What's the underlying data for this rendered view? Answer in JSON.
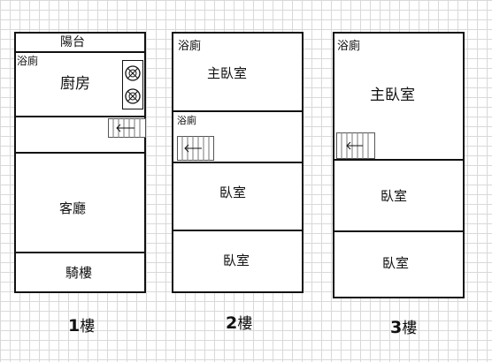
{
  "floor1": {
    "balcony": "陽台",
    "bathroom": "浴廁",
    "kitchen": "廚房",
    "living_room": "客廳",
    "arcade": "騎樓",
    "label_number": "1",
    "label_suffix": "樓"
  },
  "floor2": {
    "bathroom_top": "浴廁",
    "master_bedroom": "主臥室",
    "bathroom_stair": "浴廁",
    "bedroom_a": "臥室",
    "bedroom_b": "臥室",
    "label_number": "2",
    "label_suffix": "樓"
  },
  "floor3": {
    "bathroom": "浴廁",
    "master_bedroom": "主臥室",
    "bedroom_a": "臥室",
    "bedroom_b": "臥室",
    "label_number": "3",
    "label_suffix": "樓"
  }
}
